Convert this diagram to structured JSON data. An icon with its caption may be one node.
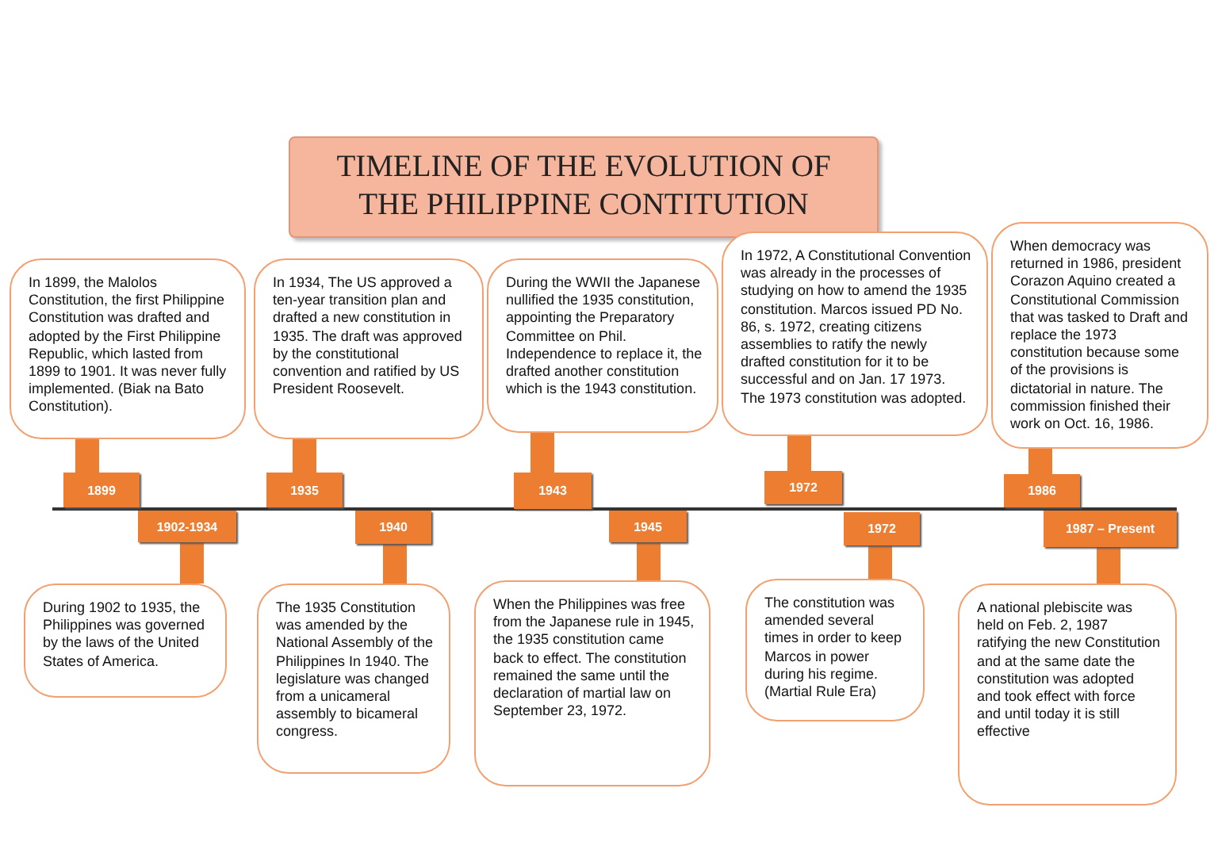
{
  "diagram": {
    "title": "TIMELINE OF THE EVOLUTION OF THE PHILIPPINE CONTITUTION",
    "nodes": [
      {
        "text": [
          "In 1899, the Malolos Constitution, the first Philippine Constitution was drafted and adopted by the First Philippine Republic, which lasted from 1899 to 1901. It was never fully implemented. (Biak na Bato Constitution)."
        ]
      },
      {
        "text": [
          "In 1934, The US approved a ten-year transition plan and drafted a new constitution in 1935. The draft was approved by the constitutional convention and ratified by US President Roosevelt."
        ]
      },
      {
        "text": [
          "During the WWII the Japanese nullified the 1935 constitution, appointing the Preparatory Committee on Phil. Independence to replace it, the drafted another constitution which is the 1943 constitution."
        ]
      },
      {
        "text": [
          "In 1972, A Constitutional Convention was already in the processes of studying on how to amend the 1935 constitution. Marcos issued PD No. 86, s. 1972, creating citizens assemblies to ratify the newly drafted constitution for it to be successful and on Jan. 17 1973. The 1973 constitution was adopted."
        ]
      },
      {
        "text": [
          "When democracy was returned in 1986, president Corazon Aquino created a Constitutional Commission that was tasked to Draft and replace the 1973 constitution because some of the provisions is dictatorial in nature. The commission finished their work on Oct. 16, 1986."
        ]
      },
      {
        "text": [
          "1899"
        ]
      },
      {
        "text": [
          "1935"
        ]
      },
      {
        "text": [
          "1943"
        ]
      },
      {
        "text": [
          "1972"
        ]
      },
      {
        "text": [
          "1986"
        ]
      },
      {
        "text": [
          "1902-1934"
        ]
      },
      {
        "text": [
          "1940"
        ]
      },
      {
        "text": [
          "1945"
        ]
      },
      {
        "text": [
          "1972"
        ]
      },
      {
        "text": [
          "1987 – Present"
        ]
      },
      {
        "text": [
          "During 1902 to 1935, the Philippines was governed by the laws of the United States of America."
        ]
      },
      {
        "text": [
          "The 1935 Constitution was amended by the National Assembly of the Philippines In 1940. The legislature was changed from a unicameral assembly to bicameral congress."
        ]
      },
      {
        "text": [
          "When the Philippines was free from the Japanese rule in 1945, the 1935 constitution came back to effect. The constitution remained the same until the declaration of martial law on September 23, 1972."
        ]
      },
      {
        "text": [
          "The constitution was amended several times in order to keep Marcos in power during his regime. (Martial Rule Era)"
        ]
      },
      {
        "text": [
          "A national plebiscite was held on Feb. 2, 1987 ratifying the new Constitution and at the same date the constitution was adopted and took effect with force and until today it is still effective"
        ]
      }
    ],
    "edges": [
      {
        "from": 0,
        "to": 5,
        "arrow": "none"
      },
      {
        "from": 1,
        "to": 6,
        "arrow": "none"
      },
      {
        "from": 2,
        "to": 7,
        "arrow": "none"
      },
      {
        "from": 3,
        "to": 8,
        "arrow": "none"
      },
      {
        "from": 4,
        "to": 9,
        "arrow": "none"
      },
      {
        "from": 10,
        "to": 15,
        "arrow": "none"
      },
      {
        "from": 11,
        "to": 16,
        "arrow": "none"
      },
      {
        "from": 12,
        "to": 17,
        "arrow": "none"
      },
      {
        "from": 13,
        "to": 18,
        "arrow": "none"
      },
      {
        "from": 14,
        "to": 19,
        "arrow": "none"
      }
    ]
  }
}
